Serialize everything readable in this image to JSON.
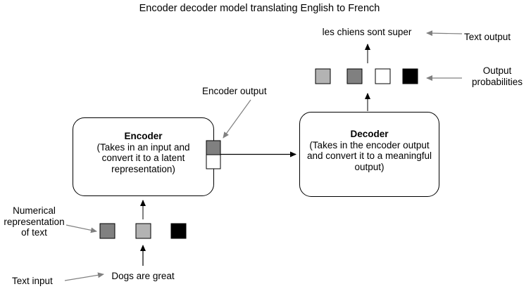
{
  "title": "Encoder decoder model translating English to French",
  "encoder": {
    "heading": "Encoder",
    "description": "(Takes in an input and convert it to a latent representation)"
  },
  "decoder": {
    "heading": "Decoder",
    "description": "(Takes in the encoder output and convert it to a meaningful output)"
  },
  "labels": {
    "encoder_output": "Encoder output",
    "text_output": "Text output",
    "output_probabilities": "Output probabilities",
    "numerical_representation": "Numerical representation of text",
    "text_input": "Text input"
  },
  "io": {
    "input_text": "Dogs are great",
    "output_text": "les chiens sont super"
  },
  "colors": {
    "light_gray": "#b3b3b3",
    "medium_gray": "#808080",
    "white": "#ffffff",
    "black": "#000000",
    "label_arrow_gray": "#808080",
    "border": "#000000"
  },
  "squares": {
    "output_probabilities": [
      {
        "name": "light-gray",
        "color": "#b3b3b3"
      },
      {
        "name": "medium-gray",
        "color": "#808080"
      },
      {
        "name": "white",
        "color": "#ffffff"
      },
      {
        "name": "black",
        "color": "#000000"
      }
    ],
    "encoder_output": [
      {
        "name": "gray",
        "color": "#808080"
      },
      {
        "name": "white",
        "color": "#ffffff"
      }
    ],
    "input_representation": [
      {
        "name": "medium-gray",
        "color": "#808080"
      },
      {
        "name": "light-gray",
        "color": "#b3b3b3"
      },
      {
        "name": "black",
        "color": "#000000"
      }
    ]
  }
}
